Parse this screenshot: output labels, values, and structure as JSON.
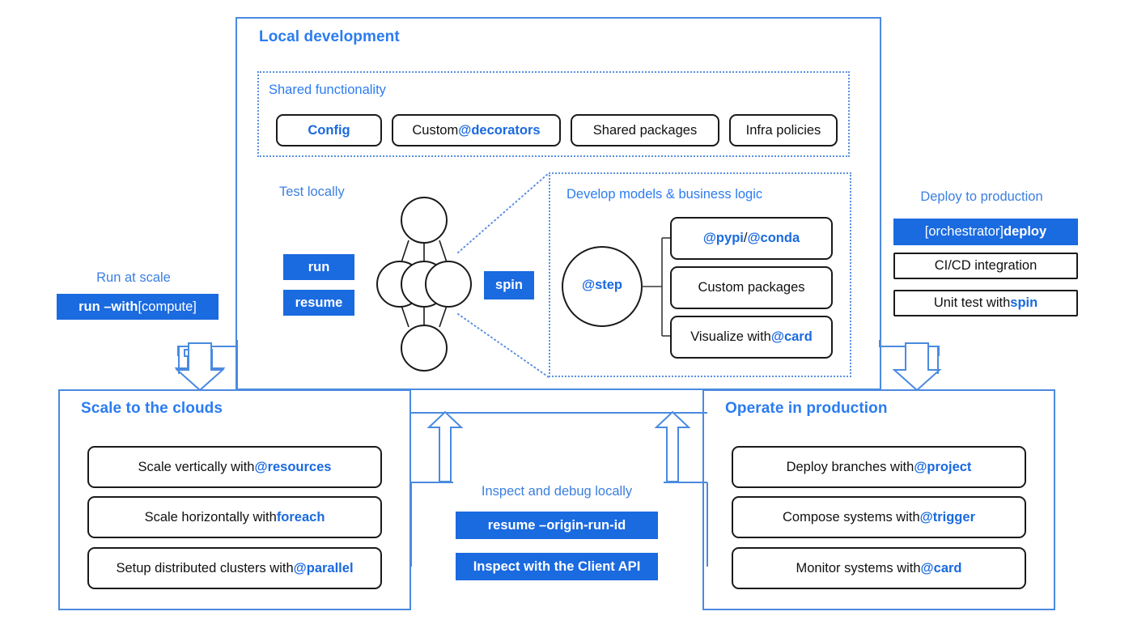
{
  "panels": {
    "local_development": {
      "title": "Local development",
      "shared": {
        "title": "Shared functionality",
        "items": [
          {
            "text": "Config",
            "accent_all": true
          },
          {
            "text_plain": "Custom ",
            "text_accent": "@decorators"
          },
          {
            "text_plain": "Shared packages",
            "text_accent": ""
          },
          {
            "text_plain": "Infra policies",
            "text_accent": ""
          }
        ]
      },
      "test_locally": {
        "caption": "Test locally",
        "chips": [
          "run",
          "resume"
        ],
        "spin_chip": "spin"
      },
      "develop": {
        "title": "Develop models & business logic",
        "node_label": "@step",
        "items": [
          {
            "text_plain": "",
            "text_accent": "@pypi",
            "separator": " / ",
            "text_accent2": "@conda"
          },
          {
            "text_plain": "Custom packages",
            "text_accent": ""
          },
          {
            "text_plain": "Visualize with ",
            "text_accent": "@card"
          }
        ]
      }
    },
    "run_at_scale": {
      "caption": "Run at scale",
      "chip_bold": "run –with ",
      "chip_reg": "[compute]"
    },
    "deploy_to_production": {
      "caption": "Deploy to production",
      "items": [
        {
          "style": "chip",
          "reg": "[orchestrator] ",
          "bold": "deploy"
        },
        {
          "style": "pill",
          "plain": "CI/CD integration",
          "accent": ""
        },
        {
          "style": "pill",
          "plain": "Unit test with ",
          "accent": "spin"
        }
      ]
    },
    "scale_to_the_clouds": {
      "title": "Scale to the clouds",
      "items": [
        {
          "plain": "Scale vertically with ",
          "accent": "@resources"
        },
        {
          "plain": "Scale horizontally with ",
          "accent": "foreach"
        },
        {
          "plain": "Setup distributed clusters with ",
          "accent": "@parallel"
        }
      ]
    },
    "operate_in_production": {
      "title": "Operate in production",
      "items": [
        {
          "plain": "Deploy branches with ",
          "accent": "@project"
        },
        {
          "plain": "Compose systems with ",
          "accent": "@trigger"
        },
        {
          "plain": "Monitor systems with ",
          "accent": "@card"
        }
      ]
    },
    "inspect_and_debug": {
      "caption": "Inspect and debug locally",
      "chips": [
        "resume –origin-run-id",
        "Inspect with the Client API"
      ]
    }
  },
  "colors": {
    "accent_blue": "#1a6ae0",
    "frame_blue": "#4a8ae0",
    "title_blue": "#2b7cf0",
    "text_black": "#111111",
    "white": "#ffffff"
  }
}
